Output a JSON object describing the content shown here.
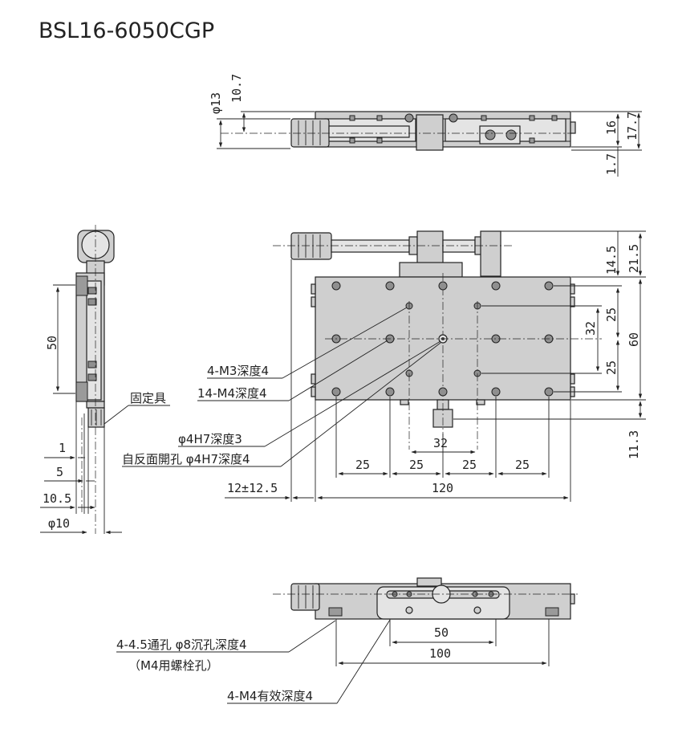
{
  "title": "BSL16-6050CGP",
  "side_view": {
    "dims": {
      "phi13": "φ13",
      "d10_7": "10.7",
      "d16": "16",
      "d17_7": "17.7",
      "d1_7": "1.7"
    }
  },
  "left_view": {
    "dims": {
      "d50": "50",
      "d1": "1",
      "d5": "5",
      "d10_5": "10.5",
      "phi10": "φ10"
    },
    "labels": {
      "fixture": "固定具"
    }
  },
  "top_view": {
    "dims": {
      "d21_5": "21.5",
      "d14_5": "14.5",
      "d25_upper": "25",
      "d32_vert": "32",
      "d60": "60",
      "d25_lower": "25",
      "d11_3": "11.3",
      "d32_horiz": "32",
      "d25_a": "25",
      "d25_b": "25",
      "d25_c": "25",
      "d25_d": "25",
      "d120": "120",
      "travel": "12±12.5"
    },
    "labels": {
      "m3": "4-M3深度4",
      "m4": "14-M4深度4",
      "h7": "φ4H7深度3",
      "h7_self": "自反面開孔 φ4H7深度4"
    }
  },
  "bottom_view": {
    "dims": {
      "d50": "50",
      "d100": "100"
    },
    "labels": {
      "through": "4-4.5通孔 φ8沉孔深度4",
      "through_note": "（M4用螺栓孔）",
      "m4eff": "4-M4有效深度4"
    }
  }
}
